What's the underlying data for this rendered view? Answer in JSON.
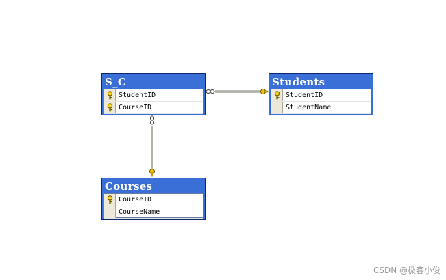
{
  "colors": {
    "title_bar": "#3a6fd8",
    "title_border": "#0b2a6e",
    "key_icon": "#f2c400",
    "connector": "#7a7a6a"
  },
  "tables": {
    "sc": {
      "title": "S_C",
      "columns": [
        {
          "name": "StudentID",
          "primary_key": true,
          "icon": "key-icon"
        },
        {
          "name": "CourseID",
          "primary_key": true,
          "icon": "key-icon"
        }
      ]
    },
    "students": {
      "title": "Students",
      "columns": [
        {
          "name": "StudentID",
          "primary_key": true,
          "icon": "key-icon"
        },
        {
          "name": "StudentName",
          "primary_key": false
        }
      ]
    },
    "courses": {
      "title": "Courses",
      "columns": [
        {
          "name": "CourseID",
          "primary_key": true,
          "icon": "key-icon"
        },
        {
          "name": "CourseName",
          "primary_key": false
        }
      ]
    }
  },
  "relationships": [
    {
      "from": "S_C",
      "to": "Students",
      "many_end": "S_C",
      "one_end": "Students"
    },
    {
      "from": "S_C",
      "to": "Courses",
      "many_end": "S_C",
      "one_end": "Courses"
    }
  ],
  "watermark": "CSDN @极客小俊"
}
